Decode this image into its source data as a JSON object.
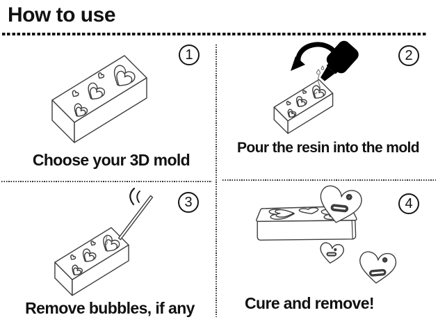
{
  "page": {
    "title": "How to use",
    "background": "#ffffff"
  },
  "colors": {
    "ink": "#111111",
    "line_art": "#3d3d3d",
    "divider": "#2b2b2b",
    "solid_fill": "#000000"
  },
  "steps": [
    {
      "number": "1",
      "label": "Choose your 3D mold",
      "icon": "heart-mold-icon"
    },
    {
      "number": "2",
      "label": "Pour the resin into the mold",
      "icon": "resin-bottle-pour-icon"
    },
    {
      "number": "3",
      "label": "Remove bubbles, if any",
      "icon": "needle-bubble-icon"
    },
    {
      "number": "4",
      "label": "Cure and remove!",
      "icon": "cured-hearts-icon"
    }
  ]
}
